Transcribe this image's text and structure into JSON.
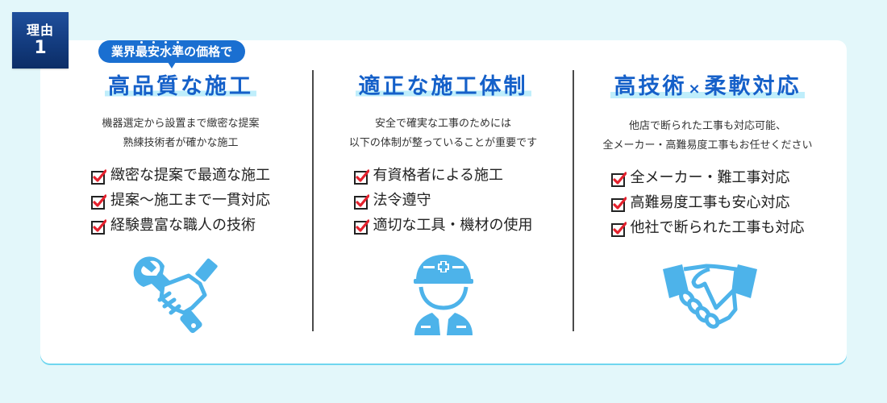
{
  "badge": {
    "label": "理由",
    "number": "1"
  },
  "colors": {
    "background": "#e3f7fa",
    "badge": "#123a7c",
    "title": "#1560c9",
    "title_underline": "#bfeefb",
    "speech_bubble": "#1a6fd1",
    "check_mark": "#e5212d",
    "icon": "#4db3ea",
    "divider": "#4a4a4a",
    "card_shadow": "#6fd6ef"
  },
  "columns": [
    {
      "speech": {
        "pre": "業界",
        "emph": [
          "最",
          "安",
          "水",
          "準"
        ],
        "post": "の価格で"
      },
      "title": "高品質な施工",
      "desc": [
        "機器選定から設置まで緻密な提案",
        "熟練技術者が確かな施工"
      ],
      "checks": [
        "緻密な提案で最適な施工",
        "提案～施工まで一貫対応",
        "経験豊富な職人の技術"
      ],
      "icon": "wrench-hand-icon"
    },
    {
      "title": "適正な施工体制",
      "desc": [
        "安全で確実な工事のためには",
        "以下の体制が整っていることが重要です"
      ],
      "checks": [
        "有資格者による施工",
        "法令遵守",
        "適切な工具・機材の使用"
      ],
      "icon": "construction-worker-icon"
    },
    {
      "title_a": "高技術",
      "title_x": "×",
      "title_b": "柔軟対応",
      "desc": [
        "他店で断られた工事も対応可能、",
        "全メーカー・高難易度工事もお任せください"
      ],
      "checks": [
        "全メーカー・難工事対応",
        "高難易度工事も安心対応",
        "他社で断られた工事も対応"
      ],
      "icon": "handshake-icon"
    }
  ]
}
